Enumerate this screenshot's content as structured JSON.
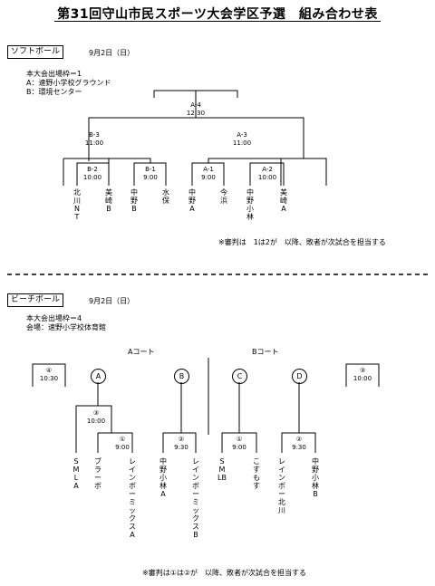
{
  "title": "第31回守山市民スポーツ大会学区予選　組み合わせ表",
  "softball": {
    "label": "ソフトボール",
    "date": "9月2日（日）",
    "info": "本大会出場枠＝1\nA：速野小学校グラウンド\nB：環境センター",
    "final": {
      "code": "A-4",
      "time": "12:30"
    },
    "semis": [
      {
        "code": "B-3",
        "time": "11:00"
      },
      {
        "code": "A-3",
        "time": "11:00"
      }
    ],
    "firsts": [
      {
        "code": "B-2",
        "time": "10:00"
      },
      {
        "code": "B-1",
        "time": "9:00"
      },
      {
        "code": "A-1",
        "time": "9:00"
      },
      {
        "code": "A-2",
        "time": "10:00"
      }
    ],
    "teams": [
      "北川NT",
      "美崎B",
      "中野B",
      "水保",
      "中野A",
      "今浜",
      "中野小林",
      "美崎A"
    ],
    "note": "※審判は　1は2が　以降、敗者が次試合を担当する"
  },
  "beach": {
    "label": "ビーチボール",
    "date": "9月2日（日）",
    "info": "本大会出場枠＝4\n会場：速野小学校体育館",
    "court_a": "Aコート",
    "court_b": "Bコート",
    "final_a": {
      "code": "④",
      "time": "10:30"
    },
    "final_b": {
      "code": "③",
      "time": "10:00"
    },
    "circles": [
      "A",
      "B",
      "C",
      "D"
    ],
    "slots": [
      {
        "code": "③",
        "time": "10:00"
      },
      {
        "code": "①",
        "time": "9:00"
      },
      {
        "code": "②",
        "time": "9:30"
      },
      {
        "code": "①",
        "time": "9:00"
      },
      {
        "code": "②",
        "time": "9:30"
      }
    ],
    "teams": [
      "SMLA",
      "ブラーボ",
      "レインボーミックスA",
      "中野小林A",
      "レインボーミックスB",
      "SMLB",
      "こすもす",
      "レインボー北川",
      "中野小林B"
    ],
    "note": "※審判は①は②が　以降、敗者が次試合を担当する"
  }
}
